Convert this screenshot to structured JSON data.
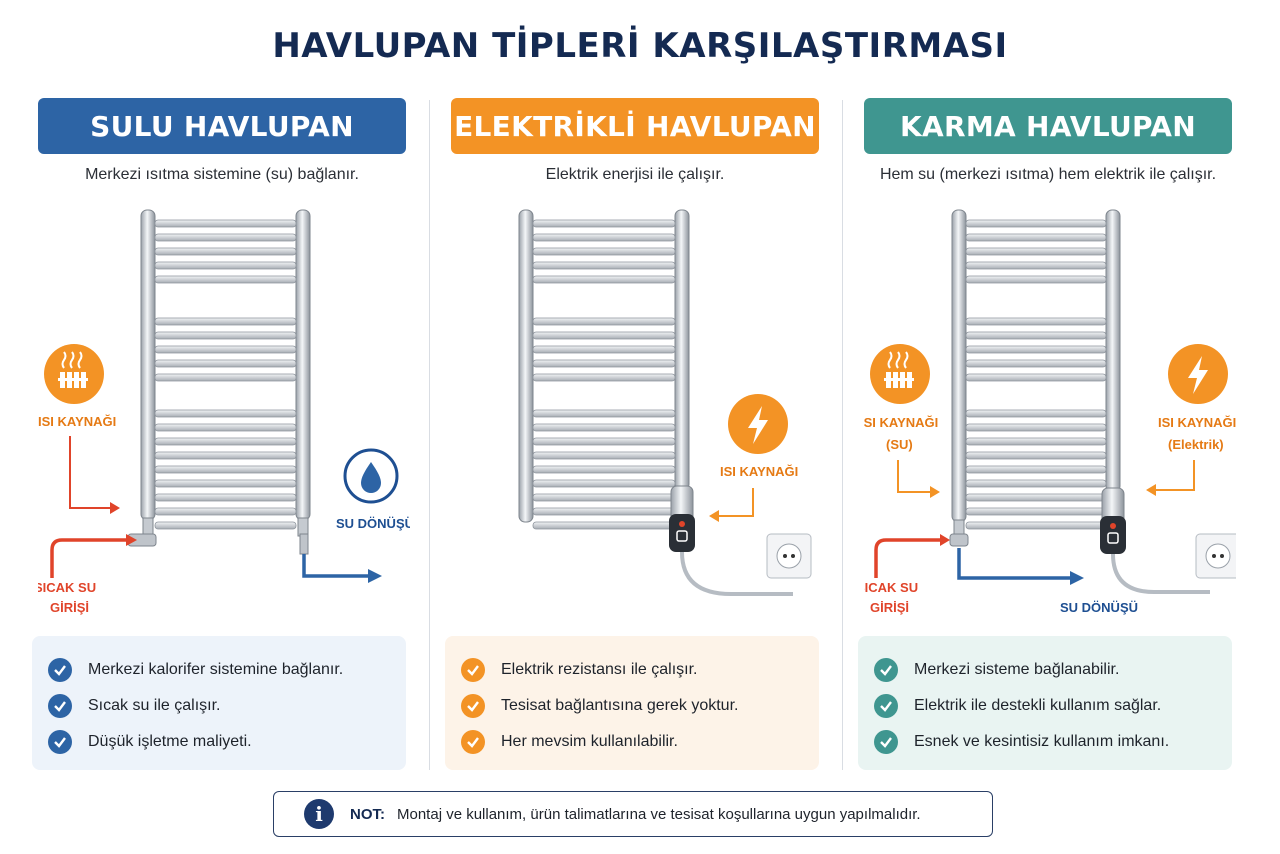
{
  "page": {
    "title": "HAVLUPAN TİPLERİ KARŞILAŞTIRMASI"
  },
  "colors": {
    "blue": "#2d64a5",
    "orange": "#f39325",
    "teal": "#3f9690",
    "red": "#e0442a",
    "navy": "#1e3a6e"
  },
  "columns": [
    {
      "title": "SULU HAVLUPAN",
      "subtitle": "Merkezi ısıtma sistemine (su) bağlanır.",
      "labels": {
        "heat_source": "ISI KAYNAĞI",
        "hot_water_1": "SICAK SU",
        "hot_water_2": "GİRİŞİ",
        "water_return": "SU DÖNÜŞÜ"
      },
      "features": [
        "Merkezi kalorifer sistemine bağlanır.",
        "Sıcak su ile çalışır.",
        "Düşük işletme maliyeti."
      ]
    },
    {
      "title": "ELEKTRİKLİ HAVLUPAN",
      "subtitle": "Elektrik enerjisi ile çalışır.",
      "labels": {
        "heat_source": "ISI KAYNAĞI"
      },
      "features": [
        "Elektrik rezistansı ile çalışır.",
        "Tesisat bağlantısına gerek yoktur.",
        "Her mevsim kullanılabilir."
      ]
    },
    {
      "title": "KARMA HAVLUPAN",
      "subtitle": "Hem su (merkezi ısıtma) hem elektrik ile çalışır.",
      "labels": {
        "heat_source_water_1": "ISI KAYNAĞI",
        "heat_source_water_2": "(SU)",
        "heat_source_elec_1": "ISI KAYNAĞI",
        "heat_source_elec_2": "(Elektrik)",
        "hot_water_1": "SICAK SU",
        "hot_water_2": "GİRİŞİ",
        "water_return": "SU DÖNÜŞÜ"
      },
      "features": [
        "Merkezi sisteme bağlanabilir.",
        "Elektrik ile destekli kullanım sağlar.",
        "Esnek ve kesintisiz kullanım imkanı."
      ]
    }
  ],
  "note": {
    "label": "NOT:",
    "text": "Montaj ve kullanım, ürün talimatlarına ve tesisat koşullarına uygun yapılmalıdır."
  }
}
